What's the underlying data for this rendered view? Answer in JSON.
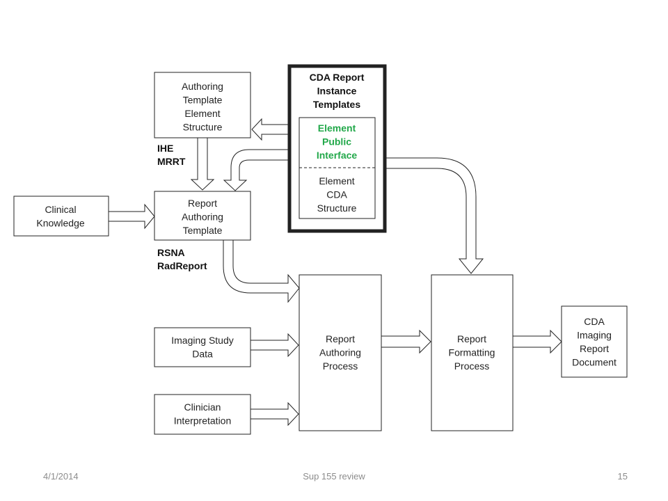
{
  "boxes": {
    "authoring_template_element_structure": [
      "Authoring",
      "Template",
      "Element",
      "Structure"
    ],
    "cda_report_instance_templates": [
      "CDA Report",
      "Instance",
      "Templates"
    ],
    "element_public_interface": [
      "Element",
      "Public",
      "Interface"
    ],
    "element_cda_structure": [
      "Element",
      "CDA",
      "Structure"
    ],
    "clinical_knowledge": [
      "Clinical",
      "Knowledge"
    ],
    "report_authoring_template": [
      "Report",
      "Authoring",
      "Template"
    ],
    "imaging_study_data": [
      "Imaging Study",
      "Data"
    ],
    "clinician_interpretation": [
      "Clinician",
      "Interpretation"
    ],
    "report_authoring_process": [
      "Report",
      "Authoring",
      "Process"
    ],
    "report_formatting_process": [
      "Report",
      "Formatting",
      "Process"
    ],
    "cda_imaging_report_document": [
      "CDA",
      "Imaging",
      "Report",
      "Document"
    ]
  },
  "labels": {
    "ihe_mrrt": [
      "IHE",
      "MRRT"
    ],
    "rsna_radreport": [
      "RSNA",
      "RadReport"
    ]
  },
  "colors": {
    "public_interface_text": "#22a84a",
    "line": "#222222",
    "footer_text": "#8c8c8c"
  },
  "footer": {
    "date": "4/1/2014",
    "title": "Sup 155 review",
    "page": "15"
  }
}
